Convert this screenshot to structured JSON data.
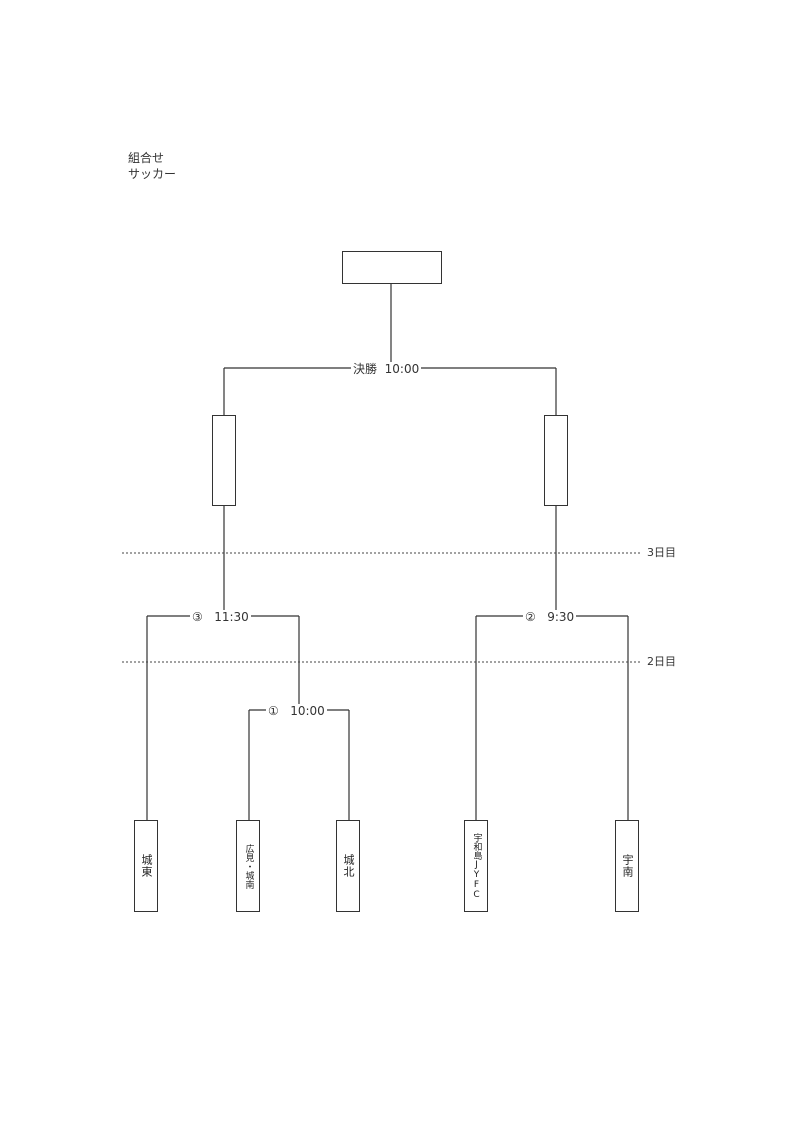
{
  "header": {
    "line1": "組合せ",
    "line2": "サッカー"
  },
  "matches": {
    "final": {
      "label": "決勝",
      "time": "10:00"
    },
    "m1": {
      "no": "①",
      "time": "10:00"
    },
    "m2": {
      "no": "②",
      "time": "9:30"
    },
    "m3": {
      "no": "③",
      "time": "11:30"
    }
  },
  "days": {
    "day3": "3日目",
    "day2": "2日目"
  },
  "winner": "",
  "semifinal_slots": [
    "",
    ""
  ],
  "teams": [
    {
      "name": "城東"
    },
    {
      "name": "広見・城南"
    },
    {
      "name": "城北"
    },
    {
      "name": "宇和島JYFC"
    },
    {
      "name": "宇南"
    }
  ]
}
